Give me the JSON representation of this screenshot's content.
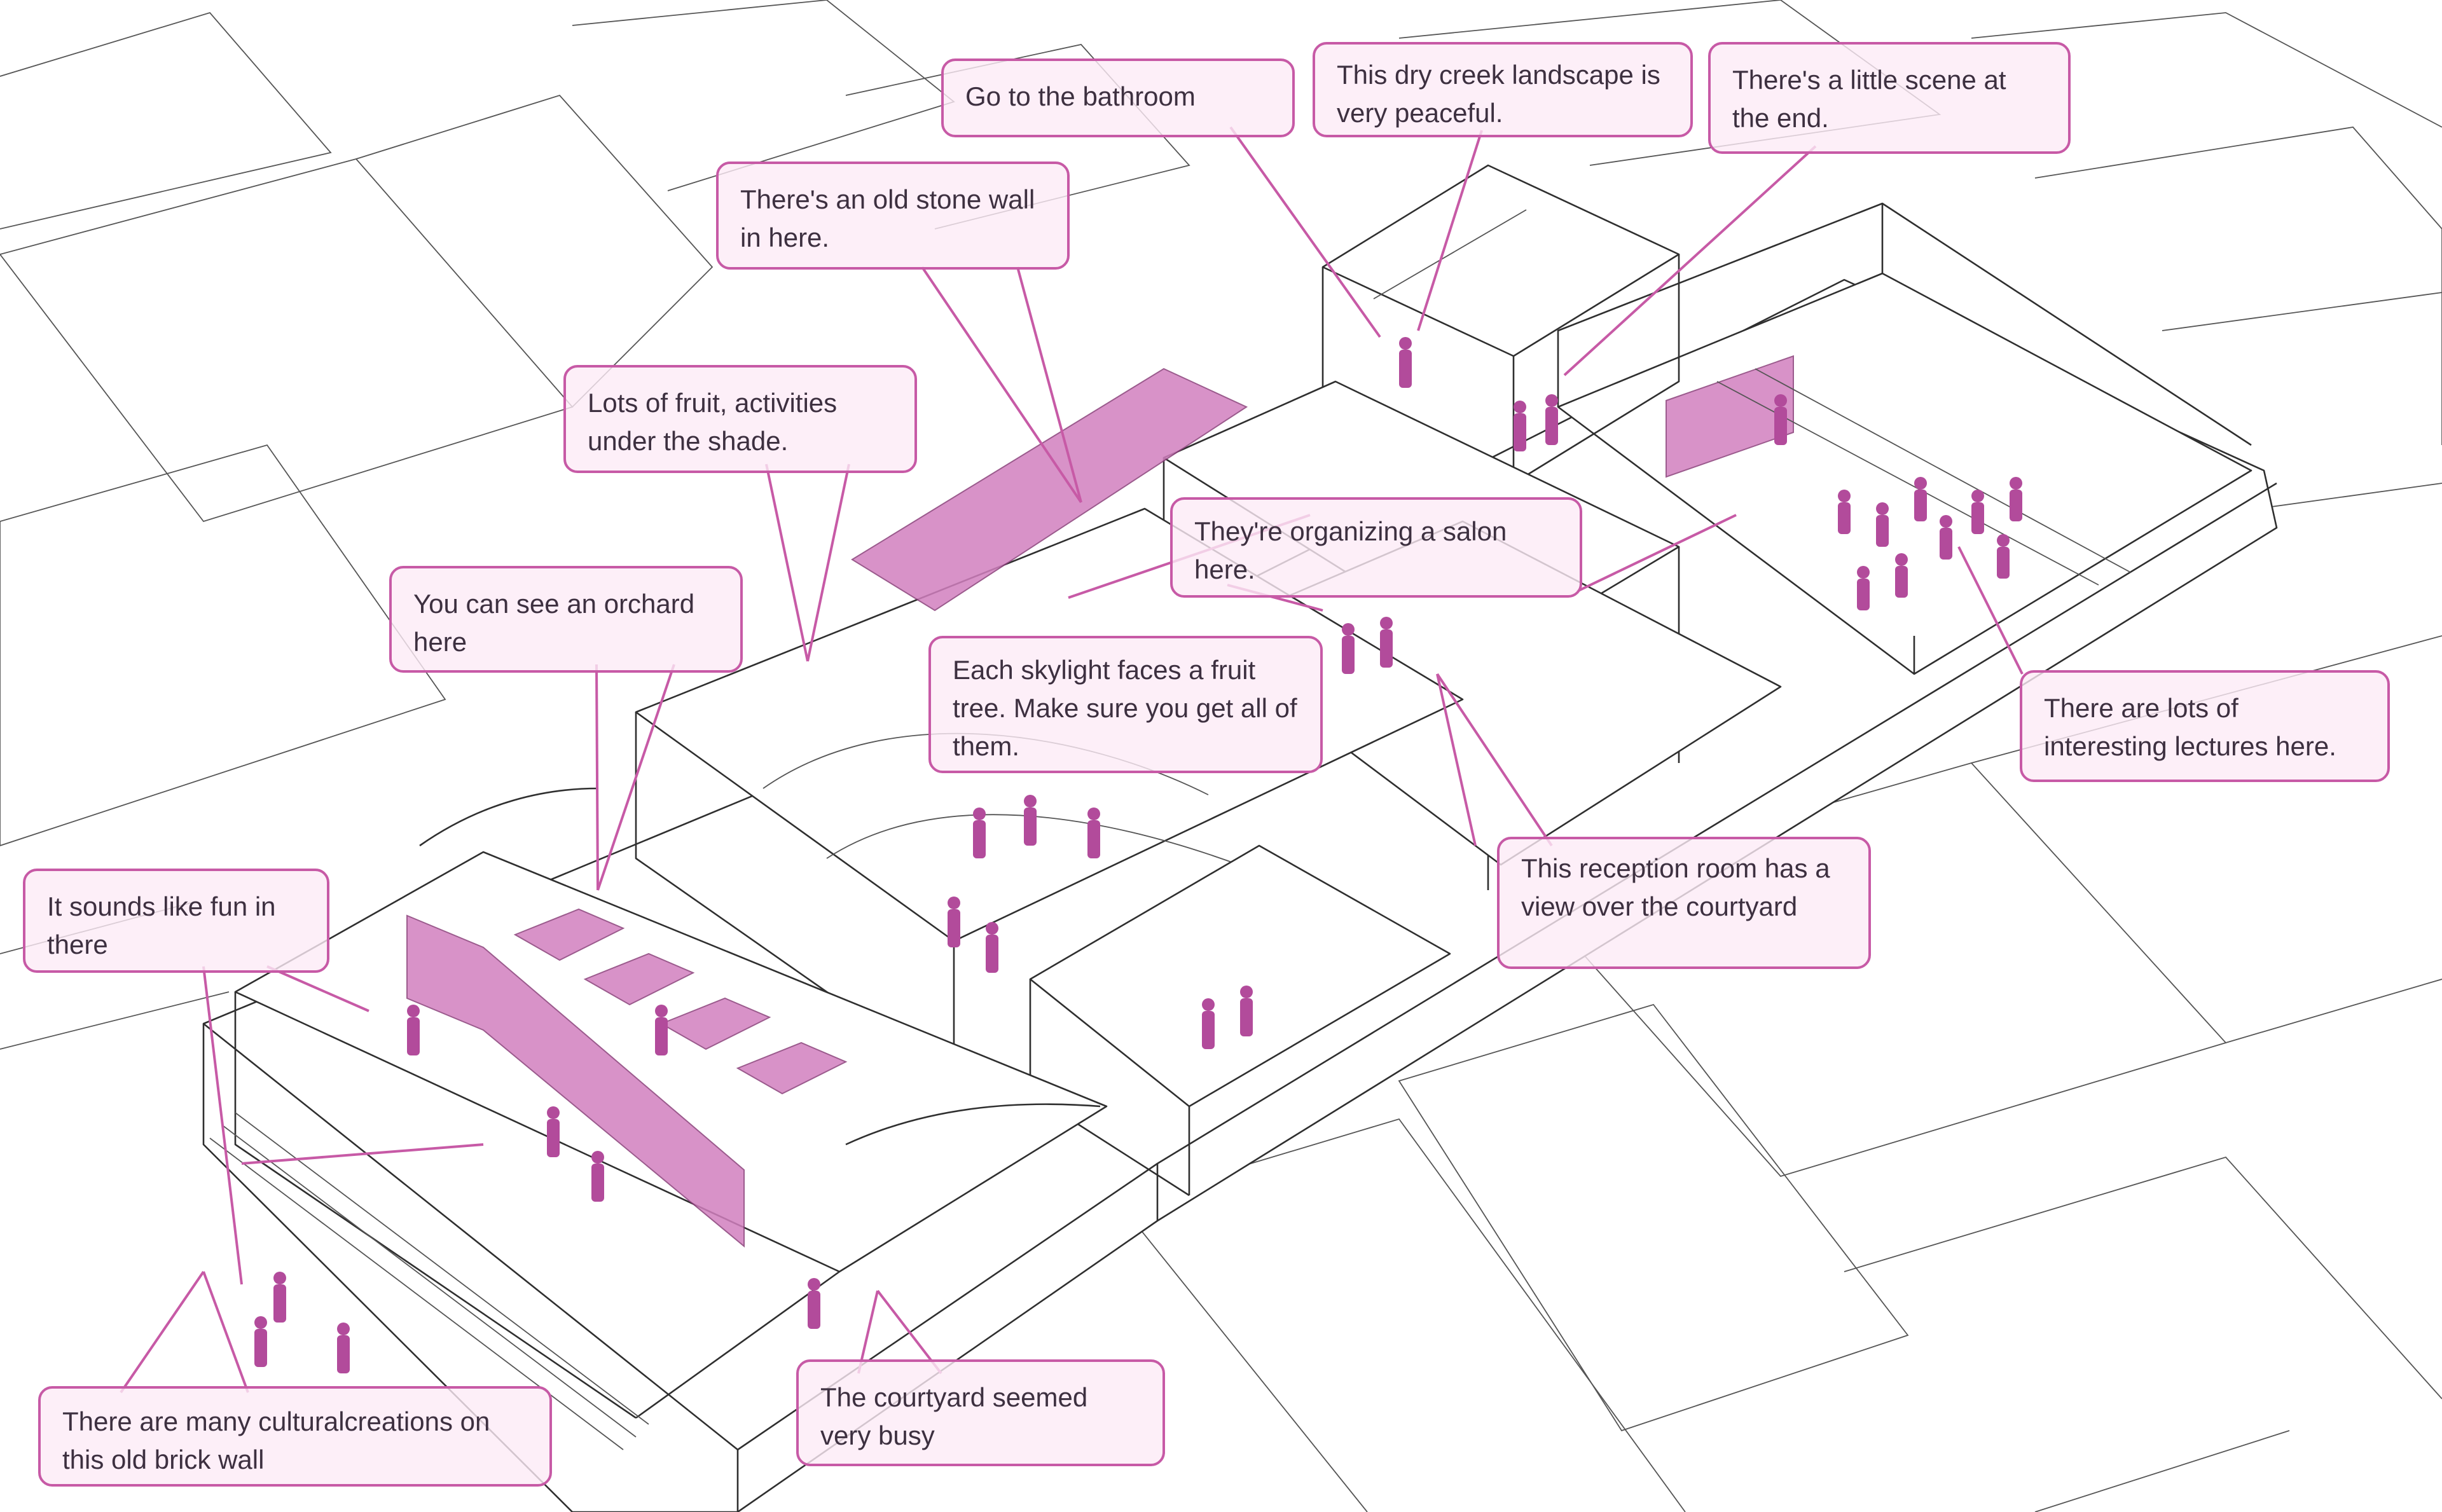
{
  "colors": {
    "accent": "#c75aa6",
    "callout_fill": "#fcebf6",
    "figure": "#b24b9b",
    "text": "#3d3040",
    "line": "#2f2f2f"
  },
  "annotations": {
    "bathroom": "Go to the bathroom",
    "dry_creek": "This dry creek landscape is very peaceful.",
    "little_scene": "There's a little scene at the end.",
    "stone_wall": "There's an old stone wall in here.",
    "fruit_shade": "Lots of fruit, activities under the shade.",
    "salon": "They're organizing a salon here.",
    "orchard": "You can see an orchard here",
    "skylight": "Each skylight faces a fruit tree. Make sure you get all of them.",
    "lectures": "There are lots of interesting lectures here.",
    "reception": "This reception room has a view over the courtyard",
    "fun": "It sounds like fun in there",
    "brick_wall": "There are many culturalcreations on this old brick wall",
    "courtyard_busy": "The courtyard seemed very busy"
  }
}
